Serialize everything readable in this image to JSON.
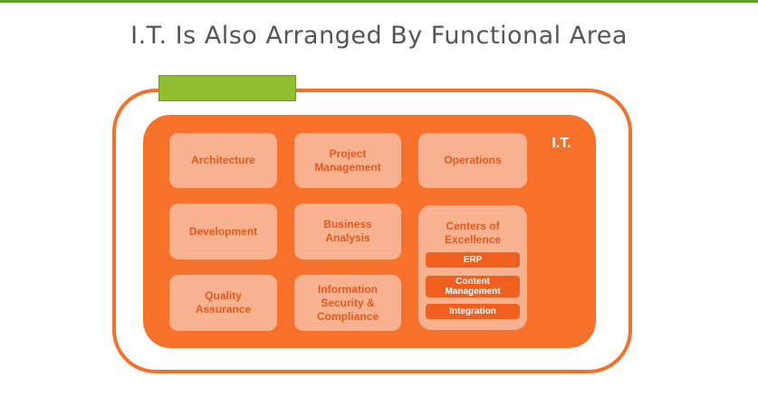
{
  "title": "I.T. Is Also Arranged By Functional Area",
  "it_label": "I.T.",
  "colors": {
    "accent_orange": "#f8712a",
    "card_fill": "#f8b290",
    "card_text": "#e05a1c",
    "tab_green": "#8fbe2f",
    "top_rule": "#5d9b22"
  },
  "functions": {
    "architecture": "Architecture",
    "project_management": [
      "Project",
      "Management"
    ],
    "operations": "Operations",
    "development": "Development",
    "business_analysis": [
      "Business",
      "Analysis"
    ],
    "quality_assurance": [
      "Quality",
      "Assurance"
    ],
    "information_security": [
      "Information",
      "Security &",
      "Compliance"
    ]
  },
  "centers_of_excellence": {
    "title": [
      "Centers of",
      "Excellence"
    ],
    "items": {
      "erp": "ERP",
      "content_management": [
        "Content",
        "Management"
      ],
      "integration": "Integration"
    }
  }
}
